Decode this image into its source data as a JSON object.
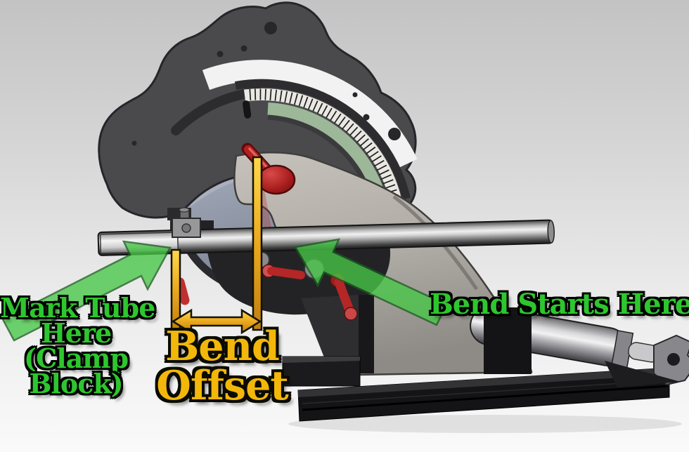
{
  "annotations": {
    "mark_tube_callout": {
      "line1": "Mark Tube",
      "line2": "Here",
      "line3": "(Clamp",
      "line4": "Block)",
      "text_color": "#2ec62e"
    },
    "bend_offset_callout": {
      "line1": "Bend",
      "line2": "Offset",
      "text_color": "#f2b70a"
    },
    "bend_starts_callout": {
      "label": "Bend Starts Here",
      "text_color": "#2ec62e"
    },
    "colors": {
      "arrow_green": "#47c747",
      "arrow_green_outline": "#1b5e20",
      "dimension_gold": "#e9a81f",
      "machine_plate_gray": "#4a4a4d",
      "degree_arc_green": "#9db899",
      "degree_scale_white": "#eae8e3",
      "die_blue_gray": "#9098a8",
      "follower_gray": "#b7b3ae",
      "handle_red": "#b52626",
      "base_black": "#161618",
      "tube_silver": "#cfcfcf",
      "background_top": "#c3c3c3",
      "background_bottom": "#fafafa"
    }
  }
}
